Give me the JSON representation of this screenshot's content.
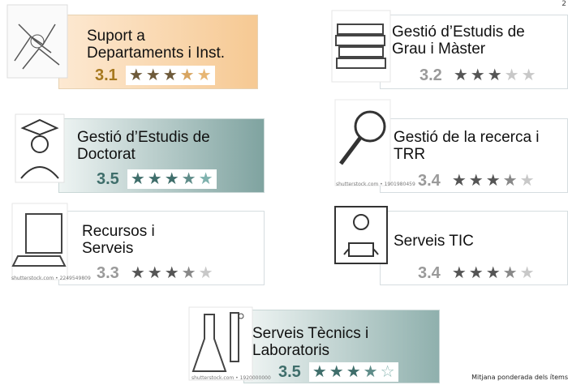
{
  "corner_mark": "2",
  "footnote": "Mitjana ponderada dels ítems",
  "cards": [
    {
      "title_line1": "Suport a",
      "title_line2": "Departaments i Inst.",
      "score": "3.1",
      "stars": [
        "full",
        "full",
        "full",
        "half",
        "half"
      ],
      "icon": "hands-icon",
      "watermark": ""
    },
    {
      "title_line1": "Gestió d’Estudis de",
      "title_line2": "Grau i Màster",
      "score": "3.2",
      "stars": [
        "full",
        "full",
        "full",
        "empty",
        "empty"
      ],
      "icon": "books-icon",
      "watermark": ""
    },
    {
      "title_line1": "Gestió d’Estudis de",
      "title_line2": "Doctorat",
      "score": "3.5",
      "stars": [
        "full",
        "full",
        "full",
        "half",
        "empty"
      ],
      "icon": "graduate-icon",
      "watermark": ""
    },
    {
      "title_line1": "Gestió de la recerca i",
      "title_line2": "TRR",
      "score": "3.4",
      "stars": [
        "full",
        "full",
        "full",
        "half",
        "empty"
      ],
      "icon": "magnifier-icon",
      "watermark": "shutterstock.com • 1901980459"
    },
    {
      "title_line1": "Recursos i",
      "title_line2": "Serveis",
      "score": "3.3",
      "stars": [
        "full",
        "full",
        "full",
        "half",
        "empty"
      ],
      "icon": "laptop-icon",
      "watermark": "shutterstock.com • 2249549809"
    },
    {
      "title_line1": "Serveis TIC",
      "title_line2": "",
      "score": "3.4",
      "stars": [
        "full",
        "full",
        "full",
        "half",
        "empty"
      ],
      "icon": "person-laptop-icon",
      "watermark": ""
    },
    {
      "title_line1": "Serveis Tècnics i",
      "title_line2": "Laboratoris",
      "score": "3.5",
      "stars": [
        "full",
        "full",
        "full",
        "half",
        "empty"
      ],
      "icon": "lab-flasks-icon",
      "watermark": "shutterstock.com • 1920000000"
    }
  ]
}
